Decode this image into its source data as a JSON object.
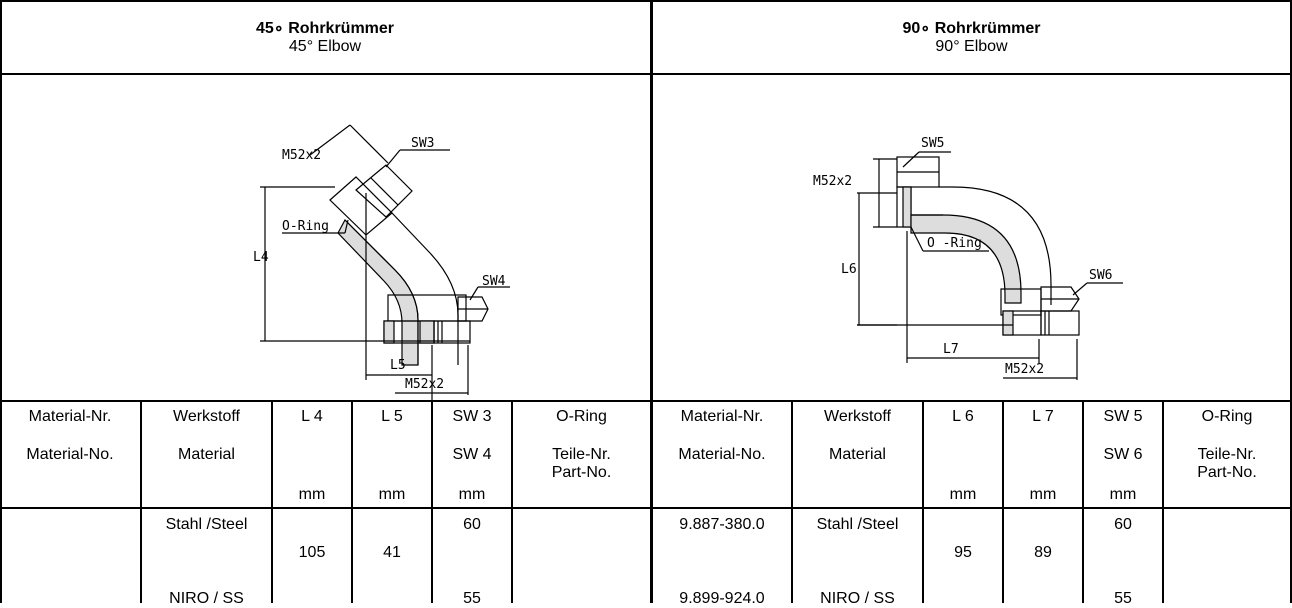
{
  "left": {
    "title": "45∘ Rohrkrümmer",
    "subtitle": "45° Elbow",
    "drawing": {
      "thread": "M52x2",
      "wrench_top": "SW3",
      "oring": "O-Ring",
      "length_v": "L4",
      "wrench_side": "SW4",
      "length_h": "L5",
      "thread_bottom": "M52x2"
    },
    "headers": {
      "matnr": "Material-Nr.",
      "matno": "Material-No.",
      "werkstoff": "Werkstoff",
      "material": "Material",
      "l_a": "L 4",
      "l_b": "L 5",
      "sw_a": "SW 3",
      "sw_b": "SW 4",
      "oring": "O-Ring",
      "teile": "Teile-Nr.",
      "part": "Part-No.",
      "mm": "mm"
    },
    "rows": [
      {
        "matnr": "",
        "werkstoff": "Stahl /Steel",
        "l_a": "105",
        "l_b": "41",
        "sw": "60",
        "oring": ""
      },
      {
        "matnr": "",
        "werkstoff": "NIRO / SS",
        "l_a": "",
        "l_b": "",
        "sw": "55",
        "oring": ""
      }
    ]
  },
  "right": {
    "title": "90∘ Rohrkrümmer",
    "subtitle": "90° Elbow",
    "drawing": {
      "wrench_top": "SW5",
      "thread": "M52x2",
      "oring": "O -Ring",
      "length_v": "L6",
      "wrench_side": "SW6",
      "length_h": "L7",
      "thread_bottom": "M52x2"
    },
    "headers": {
      "matnr": "Material-Nr.",
      "matno": "Material-No.",
      "werkstoff": "Werkstoff",
      "material": "Material",
      "l_a": "L 6",
      "l_b": "L 7",
      "sw_a": "SW 5",
      "sw_b": "SW 6",
      "oring": "O-Ring",
      "teile": "Teile-Nr.",
      "part": "Part-No.",
      "mm": "mm"
    },
    "rows": [
      {
        "matnr": "9.887-380.0",
        "werkstoff": "Stahl /Steel",
        "l_a": "95",
        "l_b": "89",
        "sw": "60",
        "oring": ""
      },
      {
        "matnr": "9.899-924.0",
        "werkstoff": "NIRO / SS",
        "l_a": "",
        "l_b": "",
        "sw": "55",
        "oring": ""
      }
    ]
  }
}
